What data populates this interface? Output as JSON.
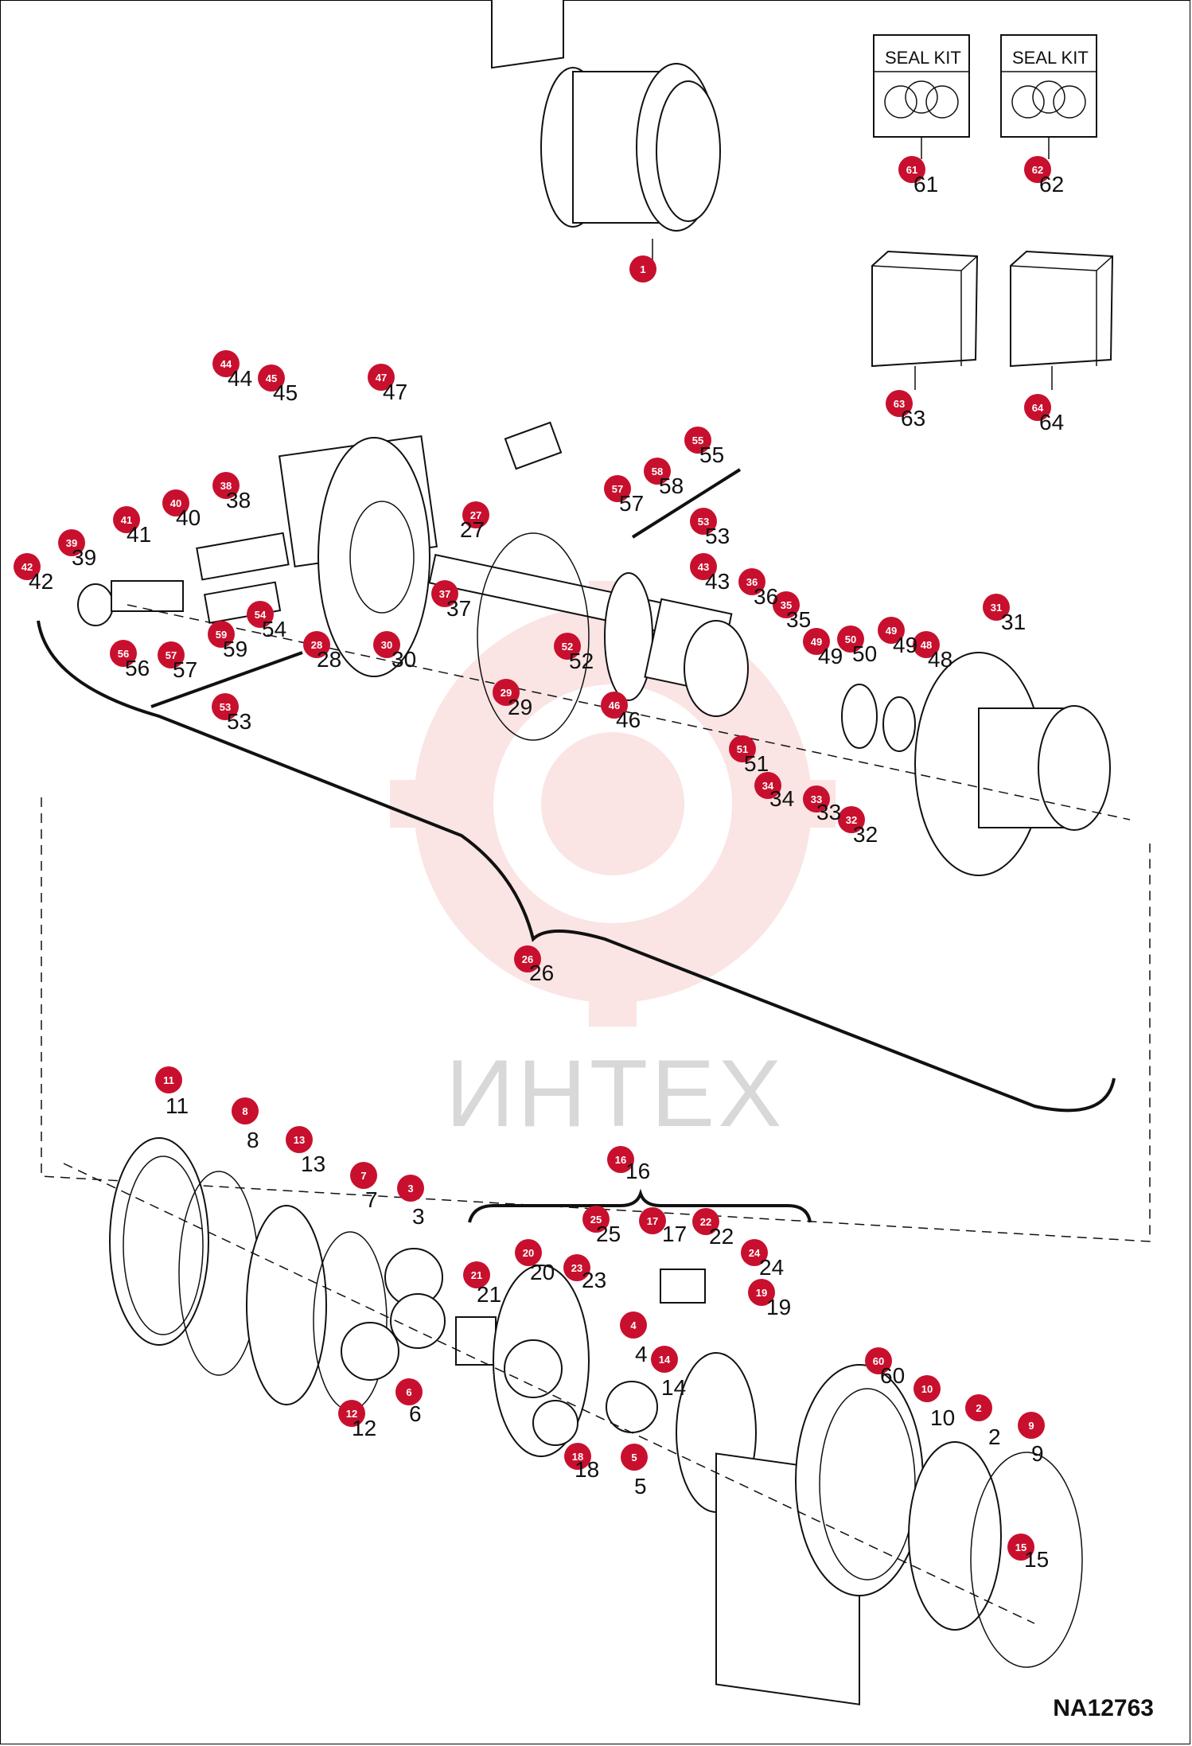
{
  "drawing_number": "NA12763",
  "watermark": "ИНТЕХ",
  "seal_kit_label": "SEAL KIT",
  "colors": {
    "callout": "#c8102e",
    "watermark": "#f3b3b3",
    "line": "#111111"
  },
  "callouts": [
    {
      "id": "1",
      "n": "1"
    },
    {
      "id": "2",
      "n": "2"
    },
    {
      "id": "3",
      "n": "3"
    },
    {
      "id": "4",
      "n": "4"
    },
    {
      "id": "5",
      "n": "5"
    },
    {
      "id": "6",
      "n": "6"
    },
    {
      "id": "7",
      "n": "7"
    },
    {
      "id": "8",
      "n": "8"
    },
    {
      "id": "9",
      "n": "9"
    },
    {
      "id": "10",
      "n": "10"
    },
    {
      "id": "11",
      "n": "11"
    },
    {
      "id": "12",
      "n": "12"
    },
    {
      "id": "13",
      "n": "13"
    },
    {
      "id": "14",
      "n": "14"
    },
    {
      "id": "15",
      "n": "15"
    },
    {
      "id": "16",
      "n": "16"
    },
    {
      "id": "17",
      "n": "17"
    },
    {
      "id": "18",
      "n": "18"
    },
    {
      "id": "19",
      "n": "19"
    },
    {
      "id": "20",
      "n": "20"
    },
    {
      "id": "21",
      "n": "21"
    },
    {
      "id": "22",
      "n": "22"
    },
    {
      "id": "23",
      "n": "23"
    },
    {
      "id": "24",
      "n": "24"
    },
    {
      "id": "25",
      "n": "25"
    },
    {
      "id": "26",
      "n": "26"
    },
    {
      "id": "27",
      "n": "27"
    },
    {
      "id": "28",
      "n": "28"
    },
    {
      "id": "29",
      "n": "29"
    },
    {
      "id": "30",
      "n": "30"
    },
    {
      "id": "31",
      "n": "31"
    },
    {
      "id": "32",
      "n": "32"
    },
    {
      "id": "33",
      "n": "33"
    },
    {
      "id": "34",
      "n": "34"
    },
    {
      "id": "35",
      "n": "35"
    },
    {
      "id": "36",
      "n": "36"
    },
    {
      "id": "37",
      "n": "37"
    },
    {
      "id": "38",
      "n": "38"
    },
    {
      "id": "39",
      "n": "39"
    },
    {
      "id": "40",
      "n": "40"
    },
    {
      "id": "41",
      "n": "41"
    },
    {
      "id": "42",
      "n": "42"
    },
    {
      "id": "43",
      "n": "43"
    },
    {
      "id": "44",
      "n": "44"
    },
    {
      "id": "45",
      "n": "45"
    },
    {
      "id": "46",
      "n": "46"
    },
    {
      "id": "47",
      "n": "47"
    },
    {
      "id": "48",
      "n": "48"
    },
    {
      "id": "49a",
      "n": "49"
    },
    {
      "id": "49b",
      "n": "49"
    },
    {
      "id": "50",
      "n": "50"
    },
    {
      "id": "51",
      "n": "51"
    },
    {
      "id": "52",
      "n": "52"
    },
    {
      "id": "53a",
      "n": "53"
    },
    {
      "id": "53b",
      "n": "53"
    },
    {
      "id": "54",
      "n": "54"
    },
    {
      "id": "55",
      "n": "55"
    },
    {
      "id": "56",
      "n": "56"
    },
    {
      "id": "57a",
      "n": "57"
    },
    {
      "id": "57b",
      "n": "57"
    },
    {
      "id": "58",
      "n": "58"
    },
    {
      "id": "59",
      "n": "59"
    },
    {
      "id": "60",
      "n": "60"
    },
    {
      "id": "61",
      "n": "61"
    },
    {
      "id": "62",
      "n": "62"
    },
    {
      "id": "63",
      "n": "63"
    },
    {
      "id": "64",
      "n": "64"
    }
  ]
}
